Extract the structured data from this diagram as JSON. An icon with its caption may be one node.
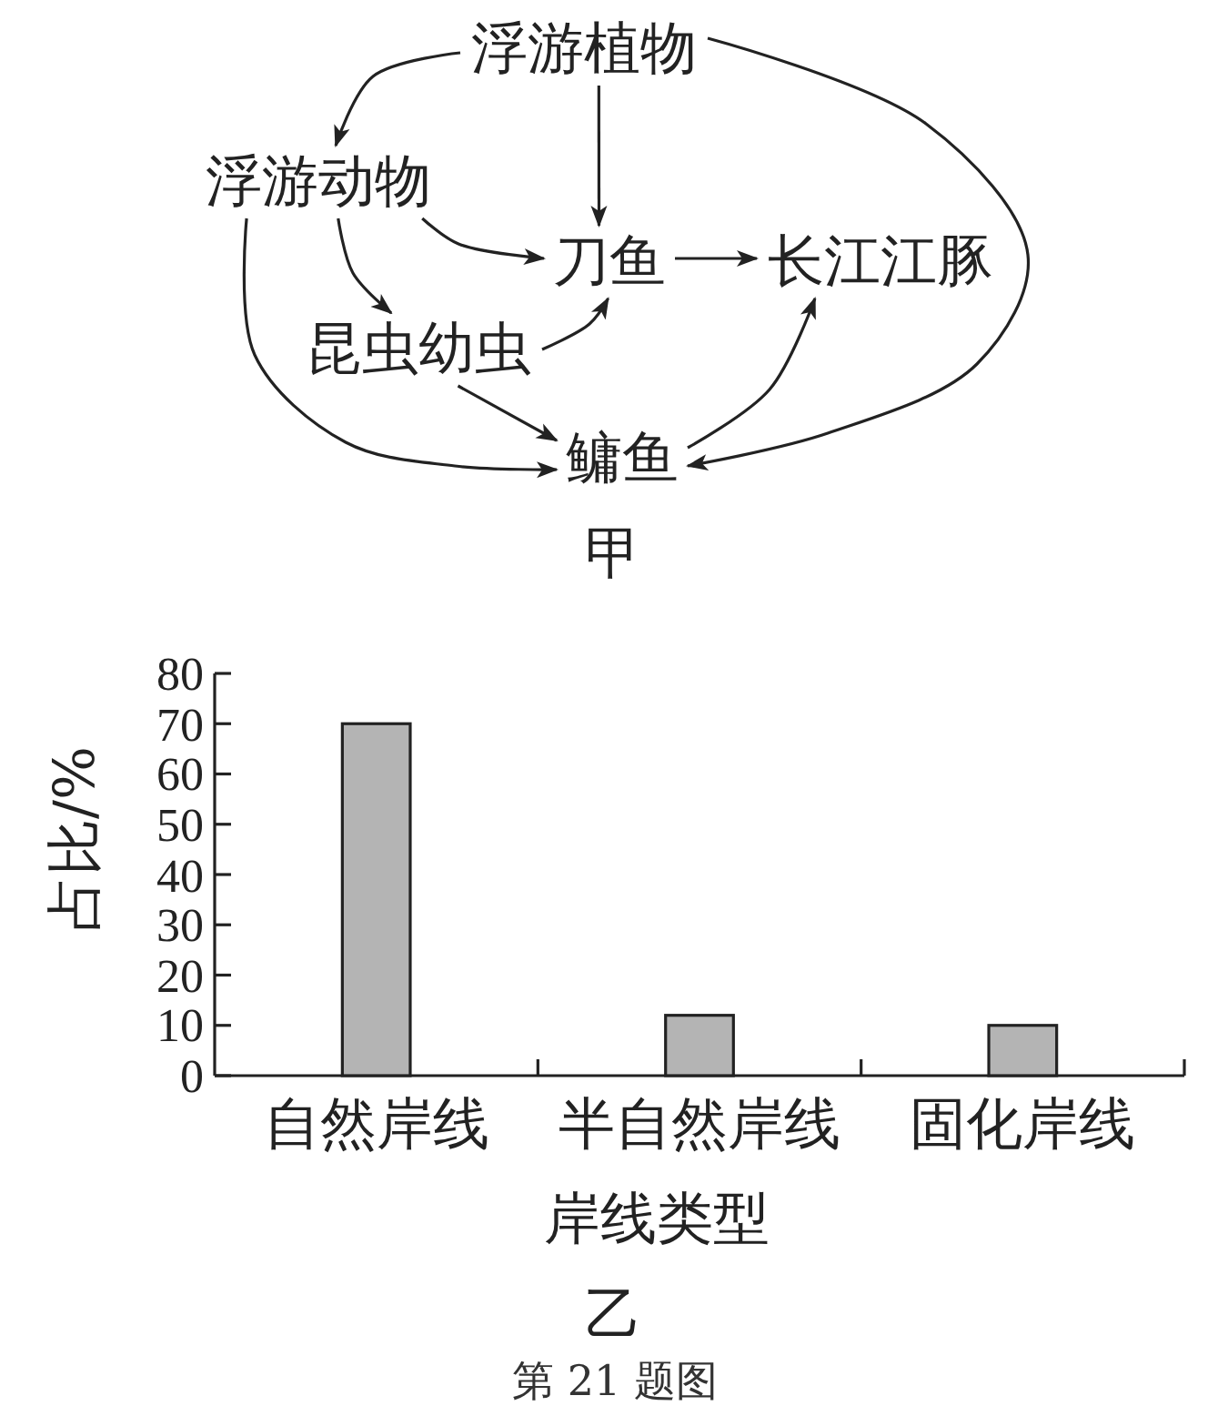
{
  "diagram": {
    "caption": "第 21 题图",
    "nodes": [
      {
        "text": [
          "浮游植物"
        ]
      },
      {
        "text": [
          "浮游动物"
        ]
      },
      {
        "text": [
          "刀鱼"
        ]
      },
      {
        "text": [
          "长江江豚"
        ]
      },
      {
        "text": [
          "昆虫幼虫"
        ]
      },
      {
        "text": [
          "鳙鱼"
        ]
      }
    ],
    "edges": [
      {
        "from": 0,
        "to": 1,
        "arrow": "to"
      },
      {
        "from": 0,
        "to": 2,
        "arrow": "to"
      },
      {
        "from": 0,
        "to": 5,
        "arrow": "to"
      },
      {
        "from": 1,
        "to": 2,
        "arrow": "to"
      },
      {
        "from": 1,
        "to": 4,
        "arrow": "to"
      },
      {
        "from": 1,
        "to": 5,
        "arrow": "to"
      },
      {
        "from": 4,
        "to": 2,
        "arrow": "to"
      },
      {
        "from": 4,
        "to": 5,
        "arrow": "to"
      },
      {
        "from": 2,
        "to": 3,
        "arrow": "to"
      },
      {
        "from": 5,
        "to": 3,
        "arrow": "to"
      }
    ],
    "labels": [
      "甲",
      "乙"
    ],
    "chart_data": {
      "type": "bar",
      "xlabel": "岸线类型",
      "ylabel": "占比/%",
      "categories": [
        "自然岸线",
        "半自然岸线",
        "固化岸线"
      ],
      "series": [
        {
          "color": "#b4b4b4",
          "values": [
            70,
            12,
            10
          ]
        }
      ],
      "ylim": [
        0,
        80
      ],
      "yticks": [
        0,
        10,
        20,
        30,
        40,
        50,
        60,
        70,
        80
      ]
    }
  }
}
